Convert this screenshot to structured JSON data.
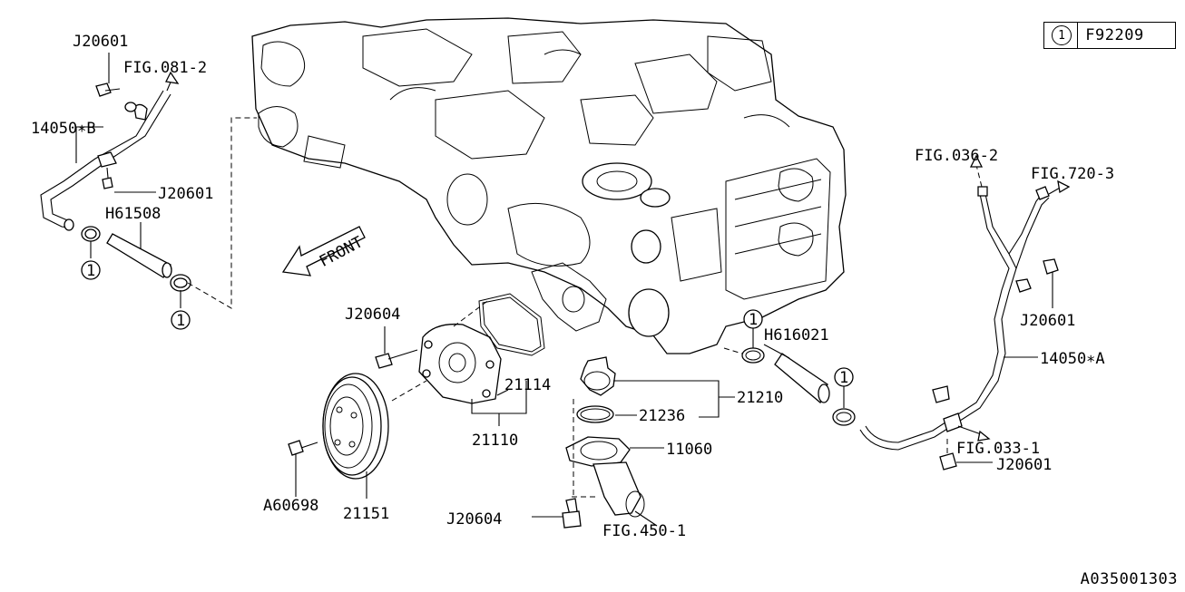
{
  "reference": {
    "number": "1",
    "code": "F92209"
  },
  "catalog_number": "A035001303",
  "front_label": "FRONT",
  "callout_number": "1",
  "labels": {
    "j20601_top": "J20601",
    "fig081": "FIG.081-2",
    "p14050b": "14050∗B",
    "j20601_mid": "J20601",
    "h61508": "H61508",
    "j20604_upper": "J20604",
    "a60698": "A60698",
    "p21151": "21151",
    "p21114": "21114",
    "p21110": "21110",
    "p21236": "21236",
    "p21210": "21210",
    "p11060": "11060",
    "j20604_lower": "J20604",
    "fig450": "FIG.450-1",
    "h616021": "H616021",
    "fig036": "FIG.036-2",
    "fig720": "FIG.720-3",
    "j20601_right": "J20601",
    "p14050a": "14050∗A",
    "fig033": "FIG.033-1",
    "j20601_lower": "J20601"
  }
}
